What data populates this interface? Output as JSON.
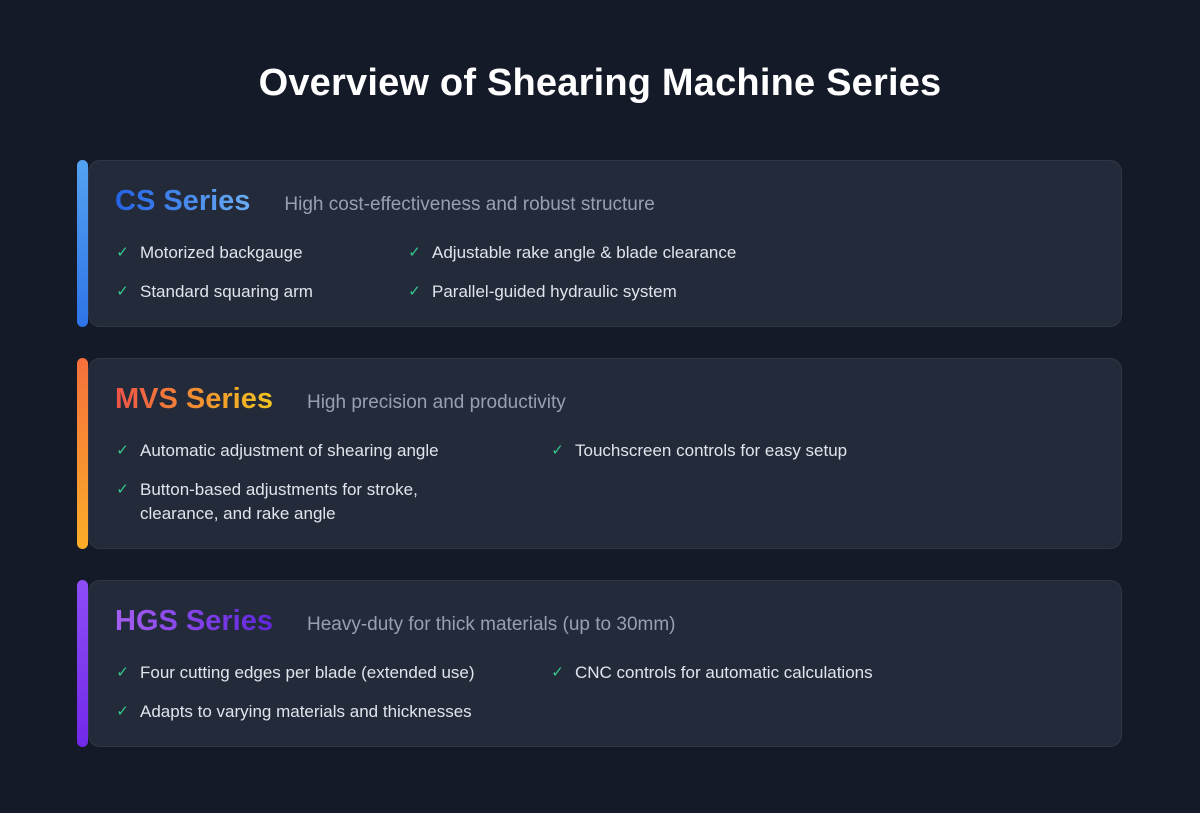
{
  "page": {
    "title": "Overview of Shearing Machine Series",
    "background_color": "#151a29",
    "card_background_color": "#232b3b",
    "check_color": "#35c98e",
    "subtitle_color": "#96a0b1",
    "text_color": "#e0e4eb"
  },
  "icons": {
    "check": "✓"
  },
  "cards": [
    {
      "id": "cs-series",
      "title": "CS Series",
      "subtitle": "High cost-effectiveness and robust structure",
      "accent": {
        "from": "#54a2f0",
        "to": "#2e74e8"
      },
      "title_gradient": {
        "from": "#2463e4",
        "to": "#69adf4"
      },
      "columns": {
        "left": [
          "Motorized backgauge",
          "Standard squaring arm"
        ],
        "right": [
          "Adjustable rake angle & blade clearance",
          "Parallel-guided hydraulic system"
        ]
      }
    },
    {
      "id": "mvs-series",
      "title": "MVS Series",
      "subtitle": "High precision and productivity",
      "accent": {
        "from": "#f5703c",
        "to": "#fbad28"
      },
      "title_gradient": {
        "from": "#ee5347",
        "to": "#f3c51e"
      },
      "columns": {
        "left": [
          "Automatic adjustment of shearing angle",
          "Button-based adjustments for stroke, clearance, and rake angle"
        ],
        "right": [
          "Touchscreen controls for easy setup"
        ]
      }
    },
    {
      "id": "hgs-series",
      "title": "HGS Series",
      "subtitle": "Heavy-duty for thick materials (up to 30mm)",
      "accent": {
        "from": "#8d4df6",
        "to": "#7129e9"
      },
      "title_gradient": {
        "from": "#a55ef0",
        "to": "#6026de"
      },
      "columns": {
        "left": [
          "Four cutting edges per blade (extended use)",
          "Adapts to varying materials and thicknesses"
        ],
        "right": [
          "CNC controls for automatic calculations"
        ]
      }
    }
  ]
}
